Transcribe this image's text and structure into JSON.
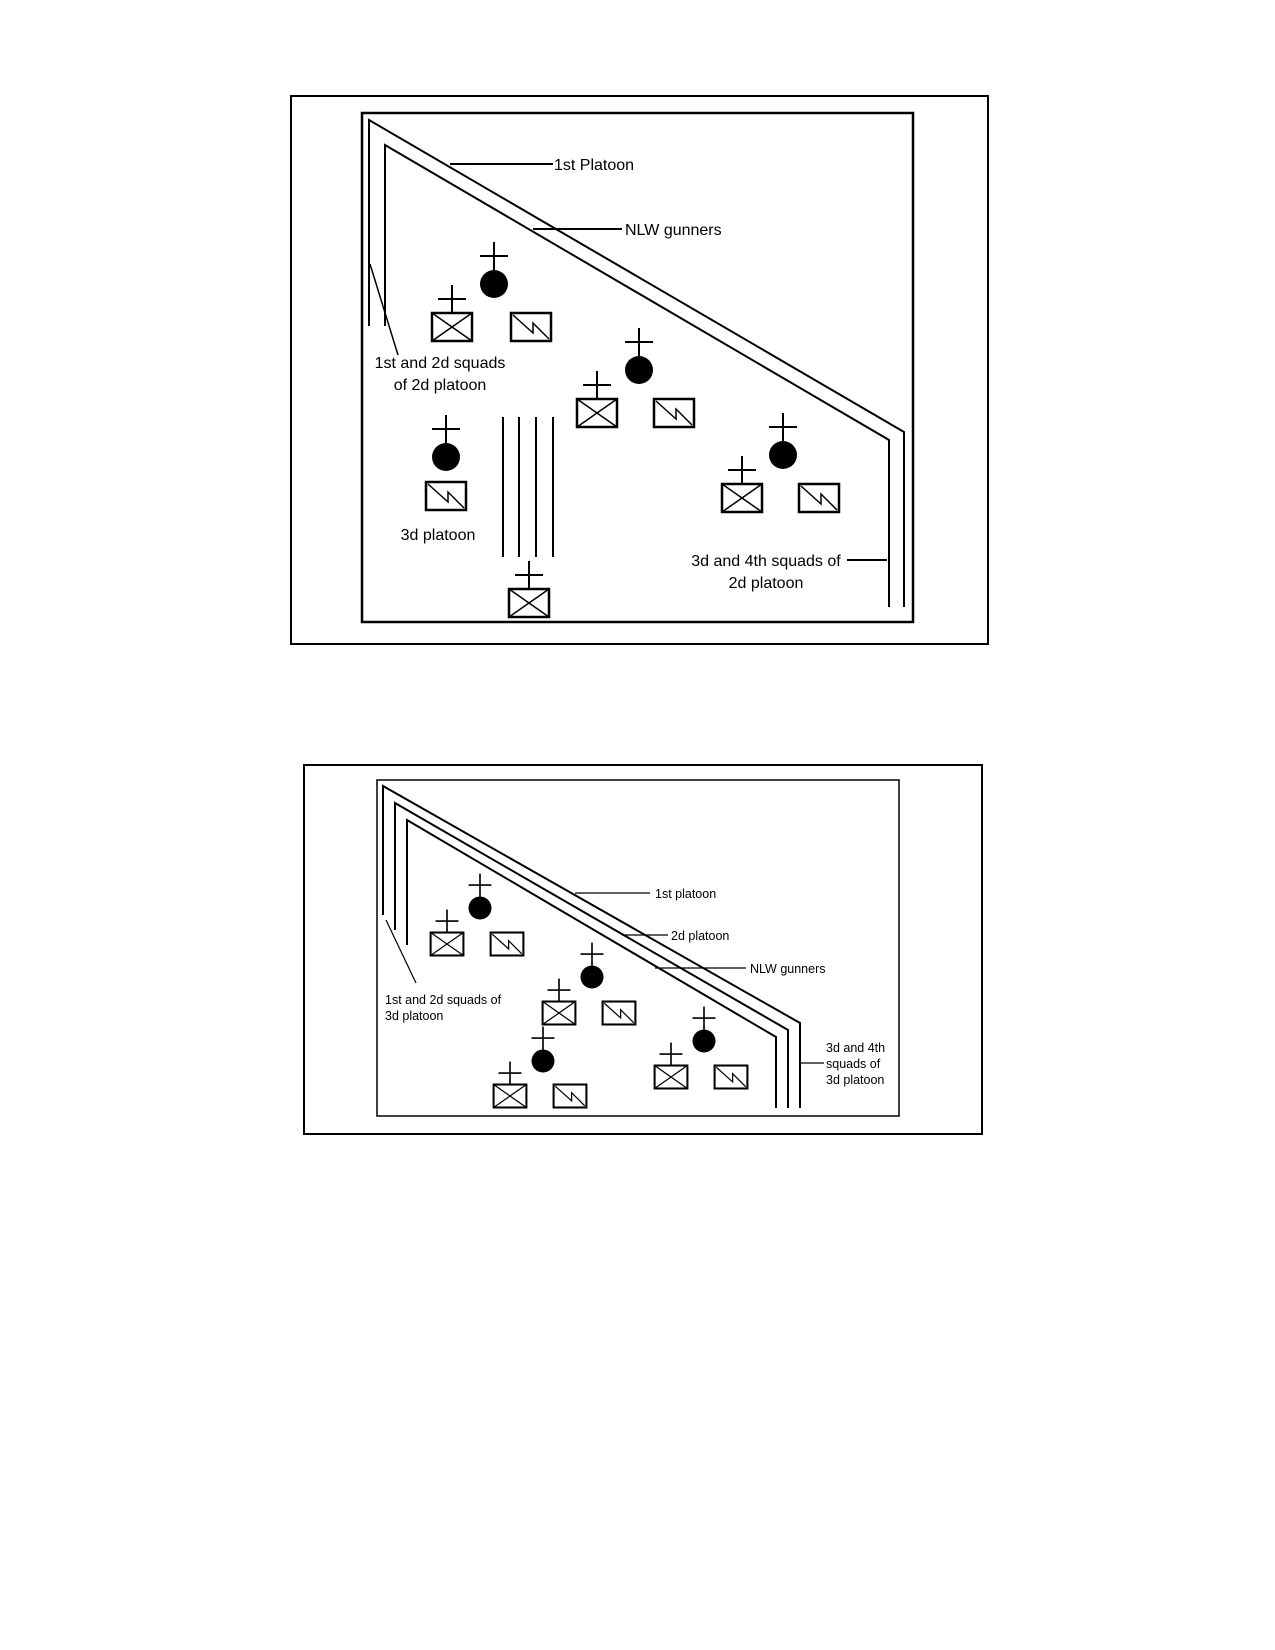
{
  "figure1": {
    "labels": {
      "first_platoon": "1st Platoon",
      "nlw_gunners": "NLW gunners",
      "squads_12_line1": "1st and 2d squads",
      "squads_12_line2": "of 2d platoon",
      "third_platoon": "3d platoon",
      "squads_34_line1": "3d and 4th squads of",
      "squads_34_line2": "2d platoon"
    }
  },
  "figure2": {
    "labels": {
      "first_platoon": "1st platoon",
      "second_platoon": "2d platoon",
      "nlw_gunners": "NLW gunners",
      "squads_12_line1": "1st and 2d squads of",
      "squads_12_line2": "3d platoon",
      "squads_34_line1": "3d and 4th",
      "squads_34_line2": "squads of",
      "squads_34_line3": "3d platoon"
    }
  },
  "symbols": {
    "leader": "filled-circle-with-cross",
    "infantry": "box-with-x",
    "signal": "box-with-lightning"
  }
}
